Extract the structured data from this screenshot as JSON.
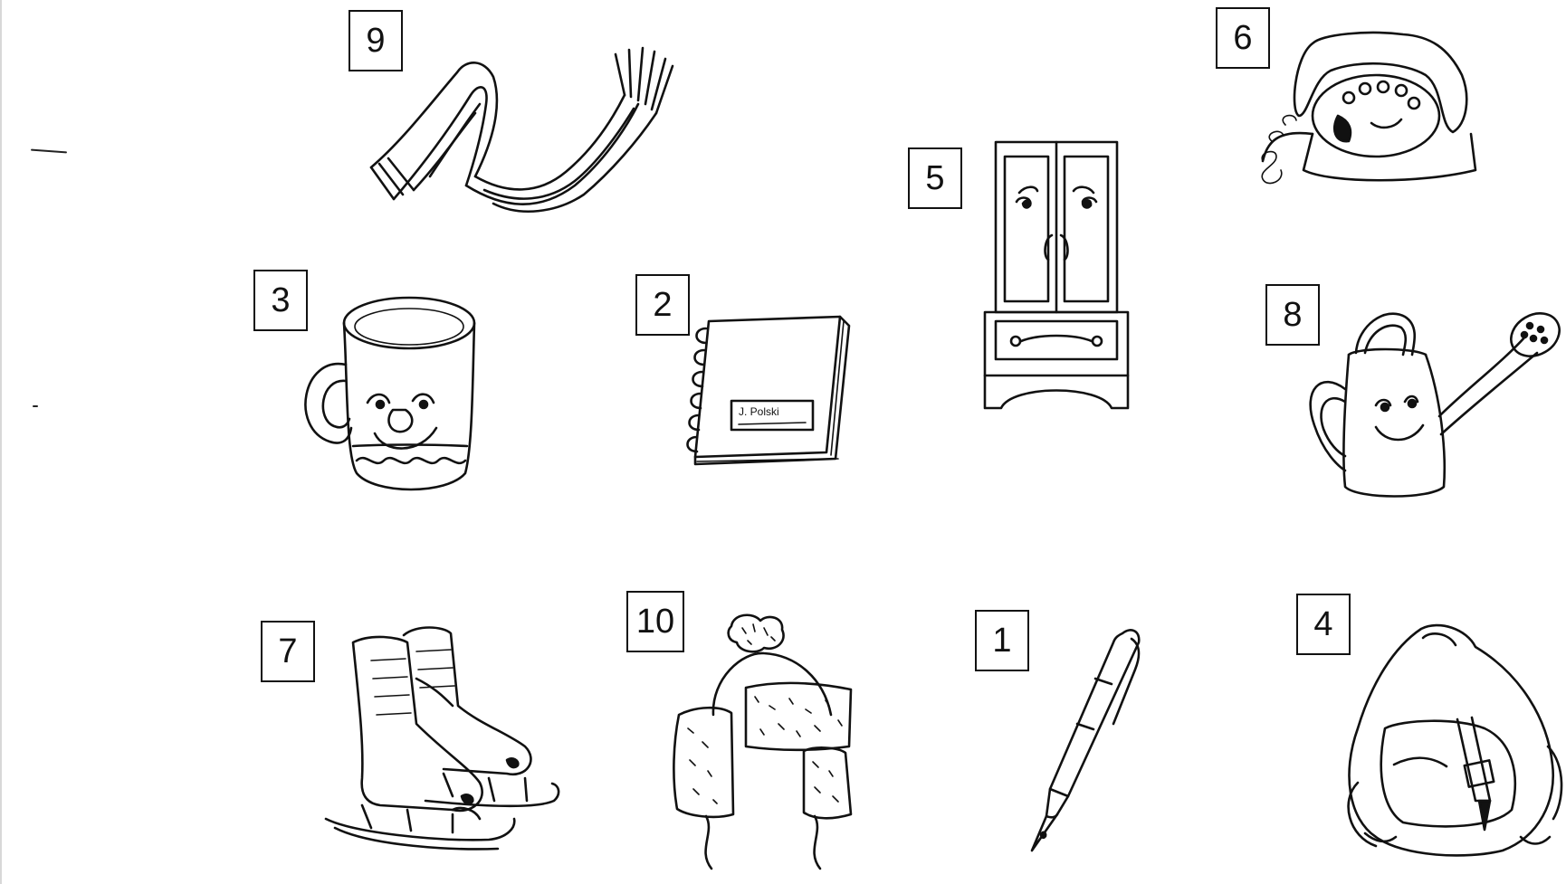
{
  "worksheet": {
    "items": [
      {
        "number": "9",
        "icon": "scarf-icon"
      },
      {
        "number": "6",
        "icon": "telephone-icon"
      },
      {
        "number": "5",
        "icon": "wardrobe-icon"
      },
      {
        "number": "3",
        "icon": "mug-icon"
      },
      {
        "number": "2",
        "icon": "notebook-icon"
      },
      {
        "number": "8",
        "icon": "watering-can-icon"
      },
      {
        "number": "7",
        "icon": "ice-skates-icon"
      },
      {
        "number": "10",
        "icon": "winter-hat-icon"
      },
      {
        "number": "1",
        "icon": "fountain-pen-icon"
      },
      {
        "number": "4",
        "icon": "backpack-icon"
      }
    ],
    "notebook_label": "J. Polski"
  }
}
